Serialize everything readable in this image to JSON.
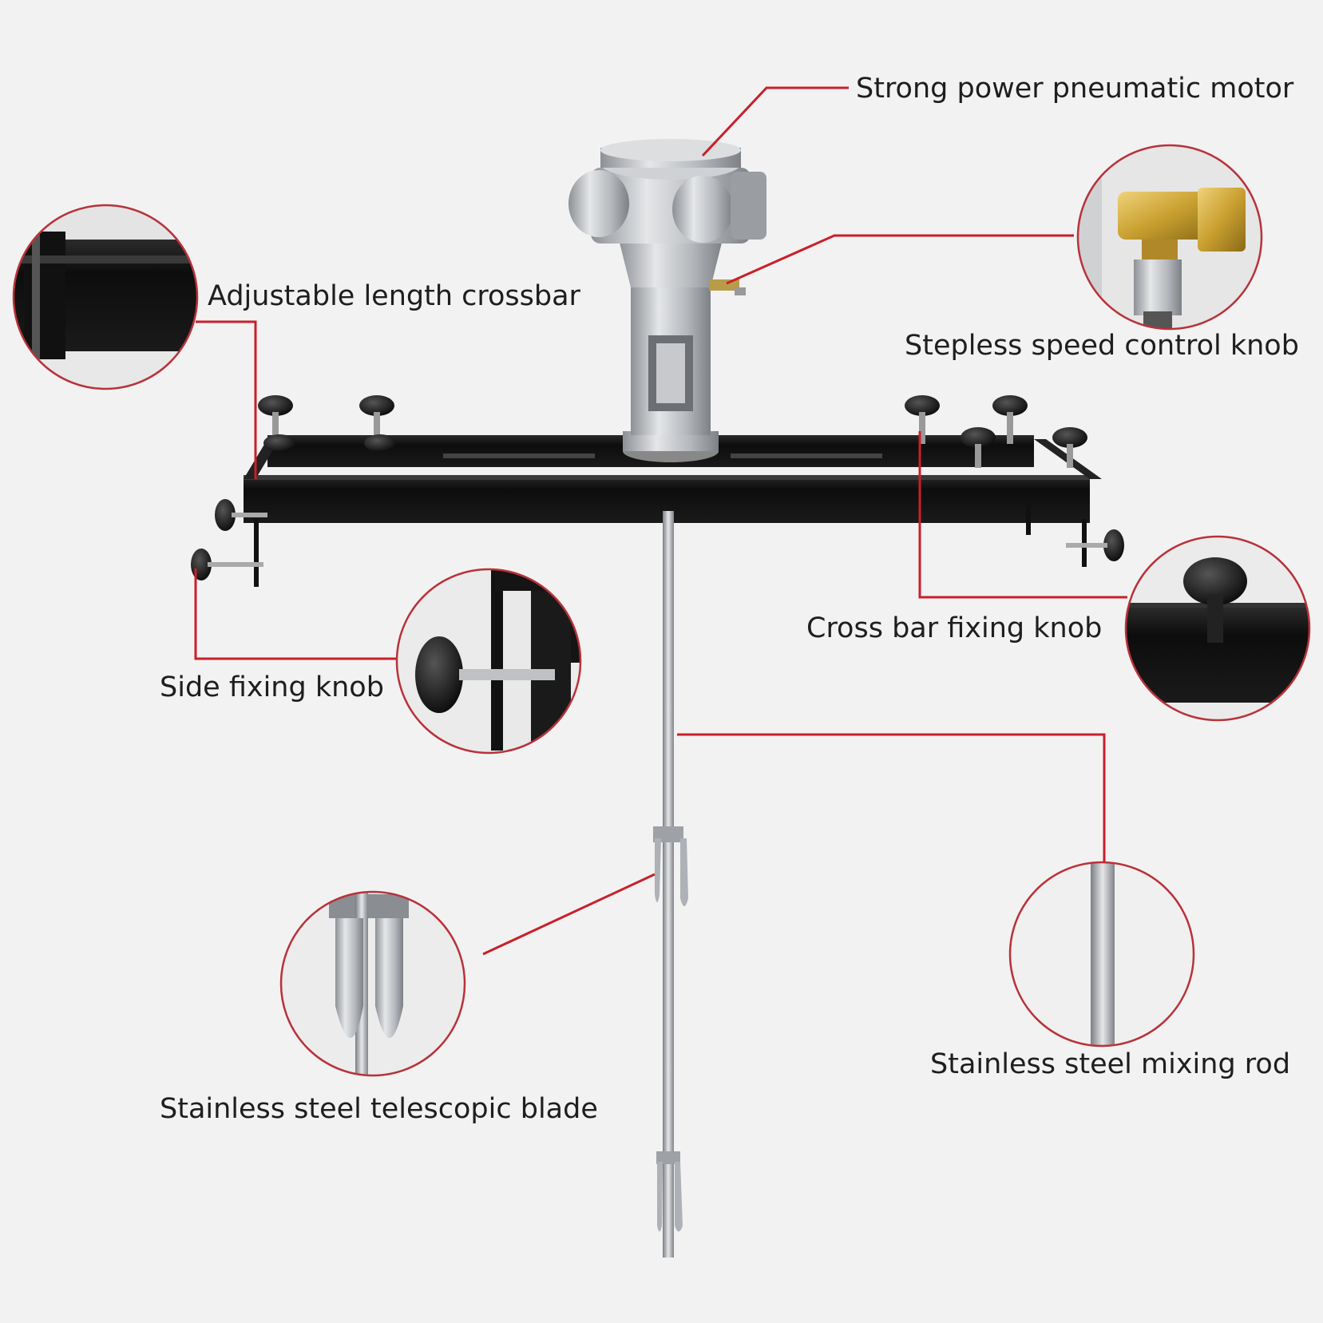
{
  "labels": {
    "motor": "Strong power pneumatic motor",
    "crossbar": "Adjustable length crossbar",
    "speed_knob": "Stepless speed control knob",
    "crossbar_knob": "Cross bar fixing knob",
    "side_knob": "Side fixing knob",
    "mixing_rod": "Stainless steel mixing rod",
    "blade": "Stainless steel telescopic blade"
  },
  "colors": {
    "background": "#f2f2f2",
    "leader_line": "#c8202a",
    "circle_border": "#b8323a",
    "frame_black": "#141414",
    "metal": "#b9bcc0",
    "brass": "#c9a030"
  }
}
